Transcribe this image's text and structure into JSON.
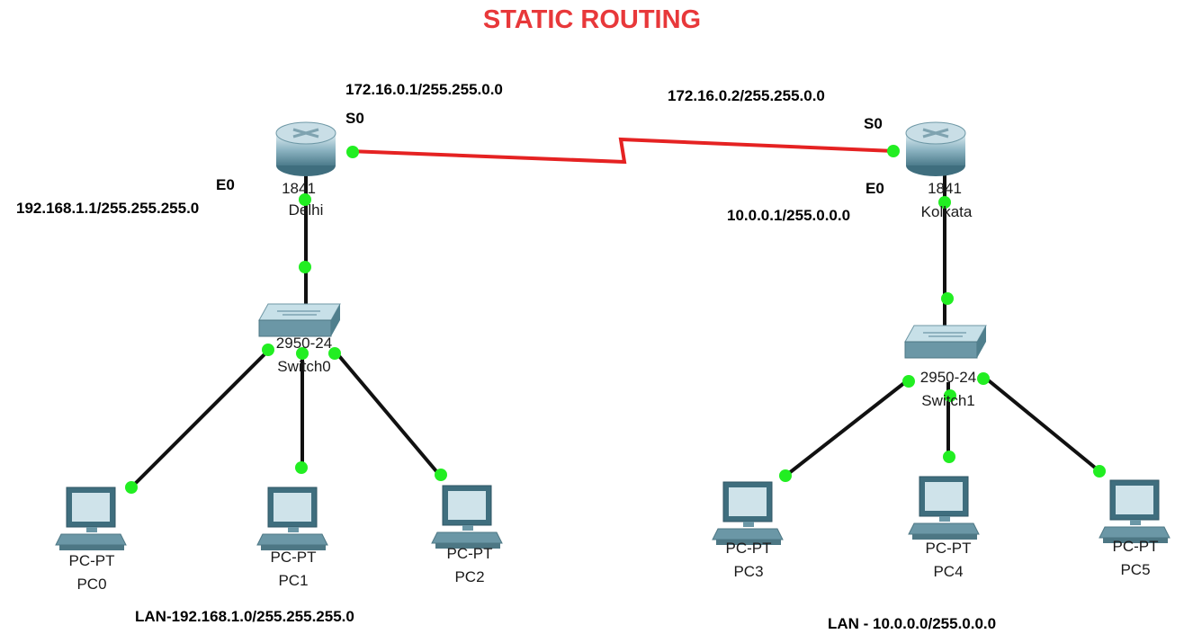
{
  "title": "STATIC ROUTING",
  "colors": {
    "title": "#e8383a",
    "serial_link": "#e52222",
    "ethernet_link": "#111111",
    "port_up": "#22ee22"
  },
  "routers": [
    {
      "id": "Delhi",
      "model": "1841",
      "name": "Delhi",
      "serial_port": "S0",
      "serial_ip": "172.16.0.1/255.255.0.0",
      "eth_port": "E0",
      "eth_ip": "192.168.1.1/255.255.255.0",
      "icon": "router-icon"
    },
    {
      "id": "Kolkata",
      "model": "1841",
      "name": "Kolkata",
      "serial_port": "S0",
      "serial_ip": "172.16.0.2/255.255.0.0",
      "eth_port": "E0",
      "eth_ip": "10.0.0.1/255.0.0.0",
      "icon": "router-icon"
    }
  ],
  "switches": [
    {
      "model": "2950-24",
      "name": "Switch0",
      "icon": "switch-icon"
    },
    {
      "model": "2950-24",
      "name": "Switch1",
      "icon": "switch-icon"
    }
  ],
  "pcs": [
    {
      "model": "PC-PT",
      "name": "PC0",
      "icon": "pc-icon"
    },
    {
      "model": "PC-PT",
      "name": "PC1",
      "icon": "pc-icon"
    },
    {
      "model": "PC-PT",
      "name": "PC2",
      "icon": "pc-icon"
    },
    {
      "model": "PC-PT",
      "name": "PC3",
      "icon": "pc-icon"
    },
    {
      "model": "PC-PT",
      "name": "PC4",
      "icon": "pc-icon"
    },
    {
      "model": "PC-PT",
      "name": "PC5",
      "icon": "pc-icon"
    }
  ],
  "lans": [
    {
      "label": "LAN-192.168.1.0/255.255.255.0"
    },
    {
      "label": "LAN - 10.0.0.0/255.0.0.0"
    }
  ]
}
